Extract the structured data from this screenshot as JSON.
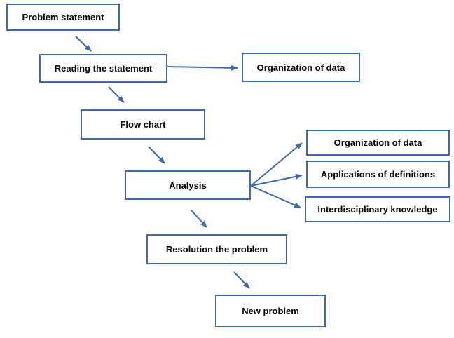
{
  "nodes": {
    "problem_statement": "Problem statement",
    "reading_statement": "Reading the statement",
    "organization_of_data_top": "Organization of data",
    "flow_chart": "Flow chart",
    "analysis": "Analysis",
    "organization_of_data": "Organization of data",
    "applications_of_definitions": "Applications of definitions",
    "interdisciplinary_knowledge": "Interdisciplinary knowledge",
    "resolution": "Resolution the problem",
    "new_problem": "New problem"
  },
  "edges": [
    {
      "from": "problem_statement",
      "to": "reading_statement"
    },
    {
      "from": "reading_statement",
      "to": "organization_of_data_top"
    },
    {
      "from": "reading_statement",
      "to": "flow_chart"
    },
    {
      "from": "flow_chart",
      "to": "analysis"
    },
    {
      "from": "analysis",
      "to": "organization_of_data"
    },
    {
      "from": "analysis",
      "to": "applications_of_definitions"
    },
    {
      "from": "analysis",
      "to": "interdisciplinary_knowledge"
    },
    {
      "from": "analysis",
      "to": "resolution"
    },
    {
      "from": "resolution",
      "to": "new_problem"
    }
  ],
  "colors": {
    "stroke": "#3f69a8",
    "text": "#000000",
    "background": "#ffffff"
  }
}
